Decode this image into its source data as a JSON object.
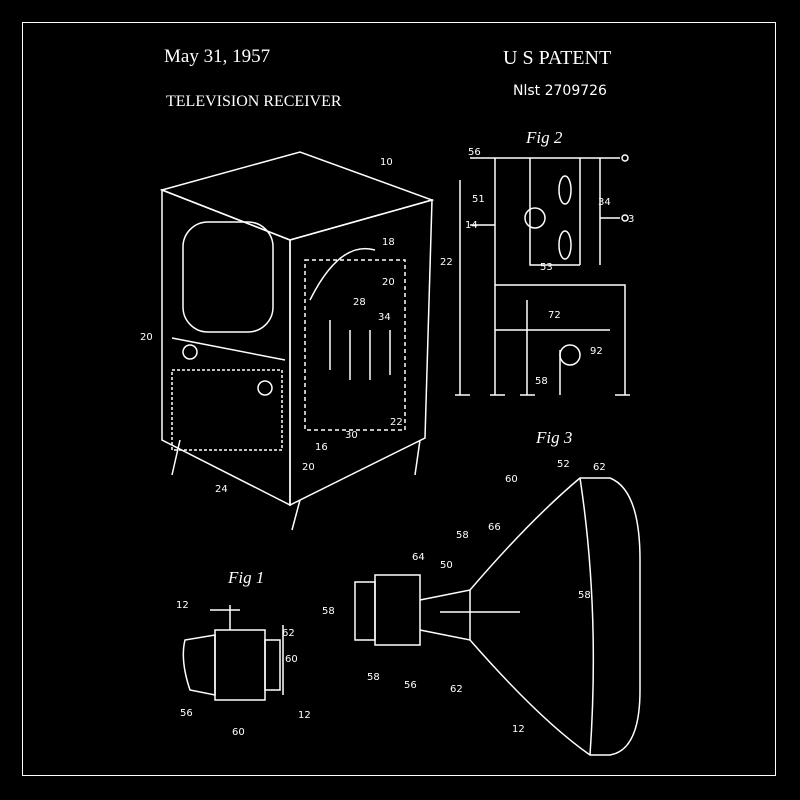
{
  "header": {
    "date": "May 31, 1957",
    "title": "TELEVISION RECEIVER",
    "patent_label": "U S PATENT",
    "patent_number": "Nlst 2709726"
  },
  "figures": {
    "fig1": "Fig 1",
    "fig2": "Fig 2",
    "fig3": "Fig 3"
  },
  "labels": {
    "tv": [
      "10",
      "18",
      "20",
      "28",
      "34",
      "20",
      "16",
      "30",
      "22",
      "20",
      "24"
    ],
    "circuit": [
      "56",
      "51",
      "14",
      "22",
      "53",
      "72",
      "34",
      "3",
      "92",
      "58"
    ],
    "crt": [
      "60",
      "52",
      "62",
      "66",
      "58",
      "50",
      "64",
      "58",
      "58",
      "58",
      "56",
      "62",
      "12"
    ],
    "gun": [
      "12",
      "62",
      "60",
      "56",
      "60",
      "12"
    ]
  },
  "colors": {
    "background": "#000000",
    "ink": "#ffffff"
  }
}
